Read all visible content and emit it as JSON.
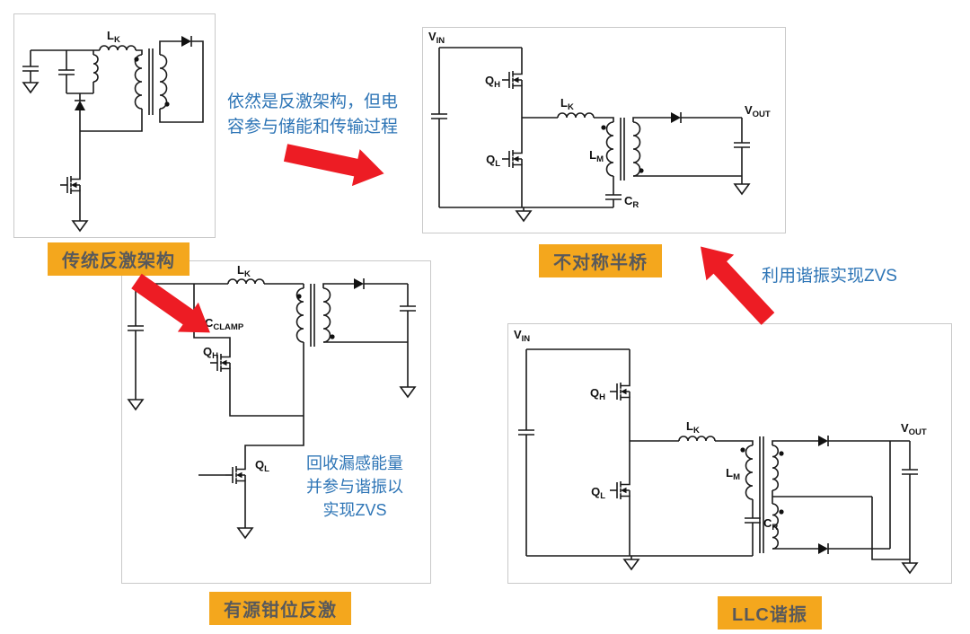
{
  "colors": {
    "orange": "#F4A71D",
    "blue": "#2E75B6",
    "red": "#ED1C24",
    "wire": "#1a1a1a"
  },
  "captions": {
    "flyback": "传统反激架构",
    "ahb": "不对称半桥",
    "acf": "有源钳位反激",
    "llc": "LLC谐振"
  },
  "annotations": {
    "flyback_to_ahb": "依然是反激架构，但电容参与储能和传输过程",
    "llc_to_ahb": "利用谐振实现ZVS",
    "acf_note": "回收漏感能量并参与谐振以实现ZVS"
  },
  "labels": {
    "flyback": {
      "lk": {
        "m": "L",
        "s": "K"
      }
    },
    "ahb": {
      "vin": {
        "m": "V",
        "s": "IN"
      },
      "vout": {
        "m": "V",
        "s": "OUT"
      },
      "qh": {
        "m": "Q",
        "s": "H"
      },
      "ql": {
        "m": "Q",
        "s": "L"
      },
      "lk": {
        "m": "L",
        "s": "K"
      },
      "lm": {
        "m": "L",
        "s": "M"
      },
      "cr": {
        "m": "C",
        "s": "R"
      }
    },
    "acf": {
      "lk": {
        "m": "L",
        "s": "K"
      },
      "cclamp": {
        "m": "C",
        "s": "CLAMP"
      },
      "qh": {
        "m": "Q",
        "s": "H"
      },
      "ql": {
        "m": "Q",
        "s": "L"
      }
    },
    "llc": {
      "vin": {
        "m": "V",
        "s": "IN"
      },
      "vout": {
        "m": "V",
        "s": "OUT"
      },
      "qh": {
        "m": "Q",
        "s": "H"
      },
      "ql": {
        "m": "Q",
        "s": "L"
      },
      "lk": {
        "m": "L",
        "s": "K"
      },
      "lm": {
        "m": "L",
        "s": "M"
      },
      "cr": {
        "m": "C",
        "s": "R"
      }
    }
  }
}
